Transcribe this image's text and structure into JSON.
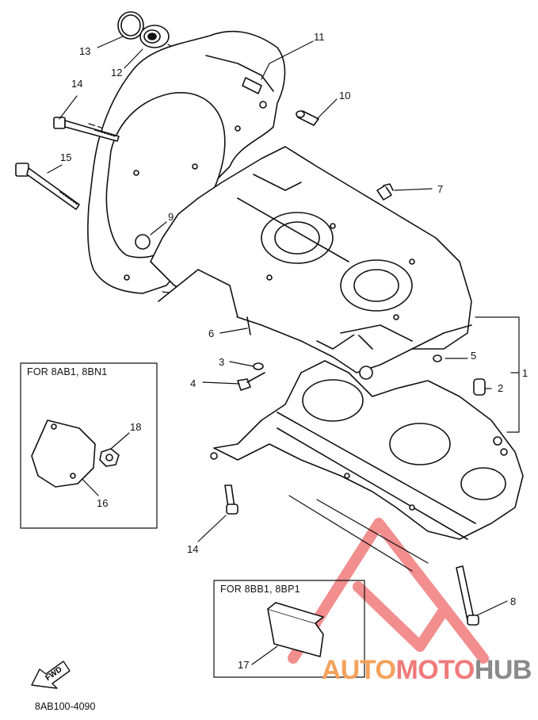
{
  "callouts": {
    "c1": "1",
    "c2": "2",
    "c3": "3",
    "c4": "4",
    "c5": "5",
    "c6": "6",
    "c7": "7",
    "c8": "8",
    "c9": "9",
    "c10": "10",
    "c11": "11",
    "c12": "12",
    "c13": "13",
    "c14a": "14",
    "c15": "15",
    "c14b": "14",
    "c16": "16",
    "c17": "17",
    "c18": "18"
  },
  "insets": {
    "top": "FOR 8AB1, 8BN1",
    "bottom": "FOR 8BB1, 8BP1"
  },
  "fwd_label": "FWD",
  "reference_code": "8AB100-4090",
  "watermark": {
    "part1": "AUTO",
    "part2": "MOTO",
    "part3": "HUB"
  },
  "colors": {
    "line": "#111111",
    "watermark_red": "#f07a7a",
    "watermark_orange": "#f4a15b",
    "watermark_gray": "#8a8a8a"
  }
}
